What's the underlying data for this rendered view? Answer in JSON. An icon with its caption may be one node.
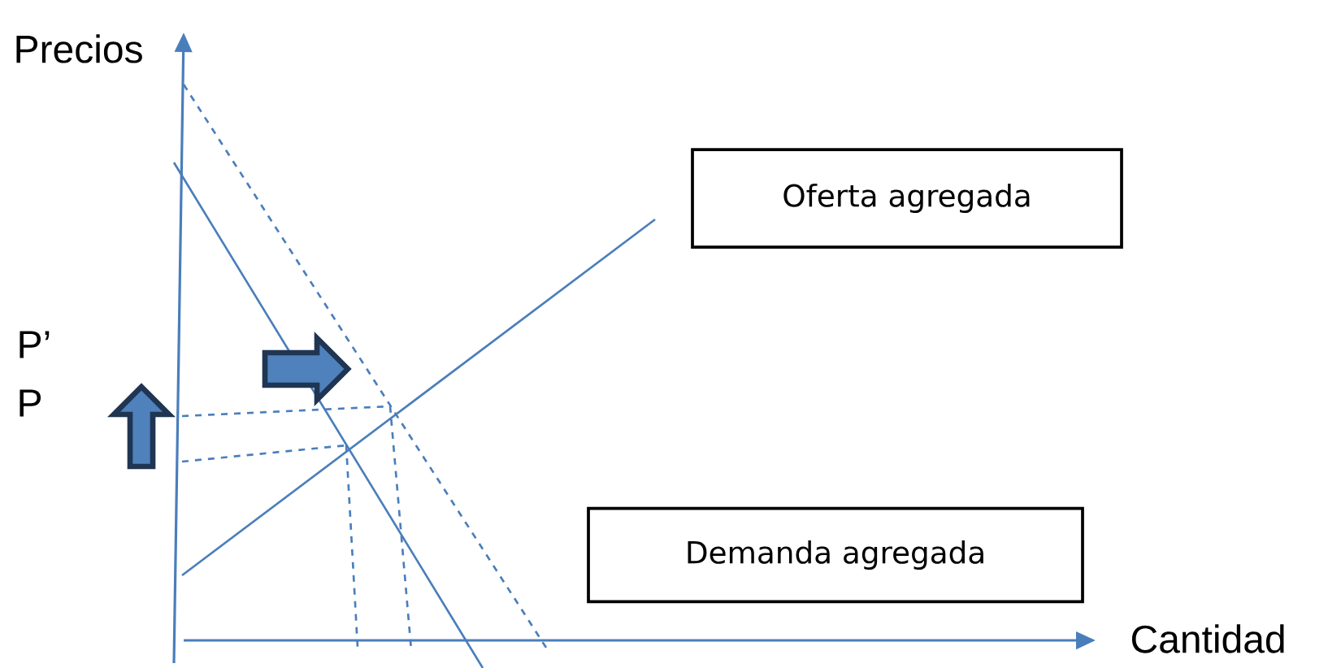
{
  "diagram": {
    "nodes": [
      {
        "text": [
          "Oferta agregada"
        ]
      },
      {
        "text": [
          "Demanda agregada"
        ]
      }
    ],
    "labels": [
      "Precios",
      "P’",
      "P",
      "Cantidad"
    ]
  }
}
